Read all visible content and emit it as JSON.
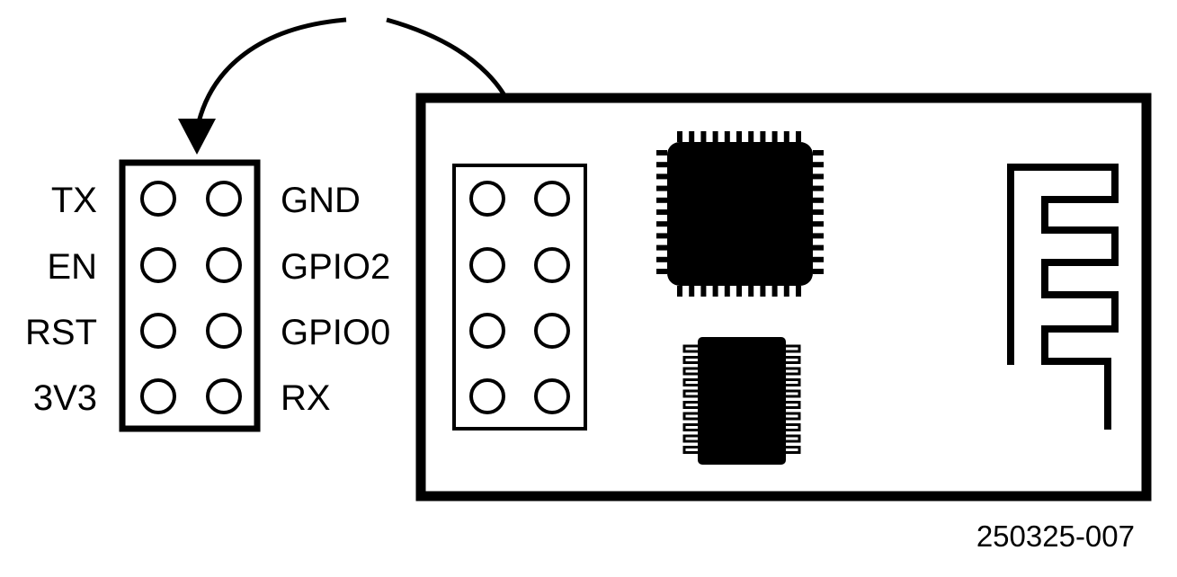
{
  "colors": {
    "ink": "#000000",
    "paper": "#ffffff"
  },
  "pinout": {
    "left_labels": [
      "TX",
      "EN",
      "RST",
      "3V3"
    ],
    "right_labels": [
      "GND",
      "GPIO2",
      "GPIO0",
      "RX"
    ]
  },
  "figure_id": "250325-007"
}
